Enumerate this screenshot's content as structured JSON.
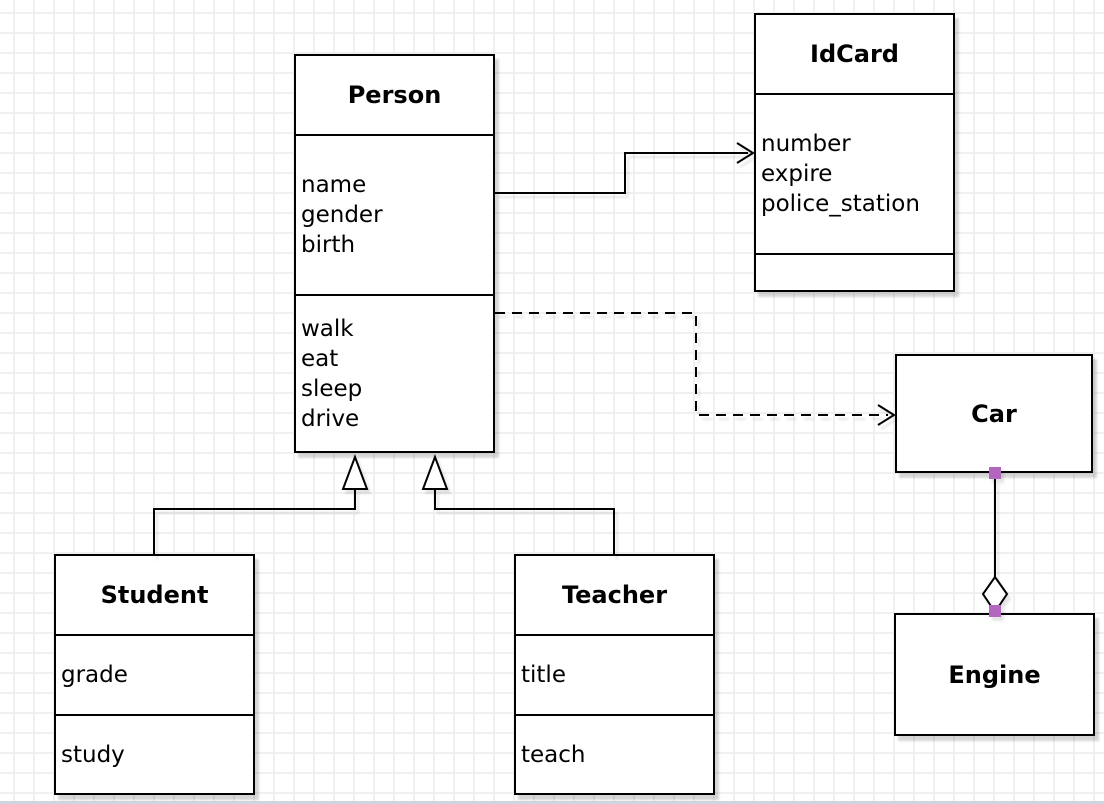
{
  "diagram": {
    "kind": "uml-class-diagram",
    "classes": [
      {
        "id": "person",
        "title": "Person",
        "attributes": [
          "name",
          "gender",
          "birth"
        ],
        "methods": [
          "walk",
          "eat",
          "sleep",
          "drive"
        ]
      },
      {
        "id": "idcard",
        "title": "IdCard",
        "attributes": [
          "number",
          "expire",
          "police_station"
        ],
        "methods": []
      },
      {
        "id": "car",
        "title": "Car",
        "attributes": [],
        "methods": []
      },
      {
        "id": "engine",
        "title": "Engine",
        "attributes": [],
        "methods": []
      },
      {
        "id": "student",
        "title": "Student",
        "attributes": [
          "grade"
        ],
        "methods": [
          "study"
        ]
      },
      {
        "id": "teacher",
        "title": "Teacher",
        "attributes": [
          "title"
        ],
        "methods": [
          "teach"
        ]
      }
    ],
    "relationships": [
      {
        "from": "Person",
        "to": "IdCard",
        "type": "association",
        "line": "solid",
        "arrow": "open"
      },
      {
        "from": "Person",
        "to": "Car",
        "type": "dependency",
        "line": "dashed",
        "arrow": "open"
      },
      {
        "from": "Student",
        "to": "Person",
        "type": "generalization",
        "line": "solid",
        "arrow": "hollow-triangle"
      },
      {
        "from": "Teacher",
        "to": "Person",
        "type": "generalization",
        "line": "solid",
        "arrow": "hollow-triangle"
      },
      {
        "from": "Car",
        "to": "Engine",
        "type": "aggregation",
        "line": "solid",
        "arrow": "hollow-diamond"
      }
    ],
    "colors": {
      "stroke": "#000000",
      "shape_fill": "#ffffff",
      "shadow": "#cccccc",
      "grid_line": "#f0f0f2",
      "background": "#ffffff",
      "endpoint_marker": "#b266bd"
    }
  }
}
